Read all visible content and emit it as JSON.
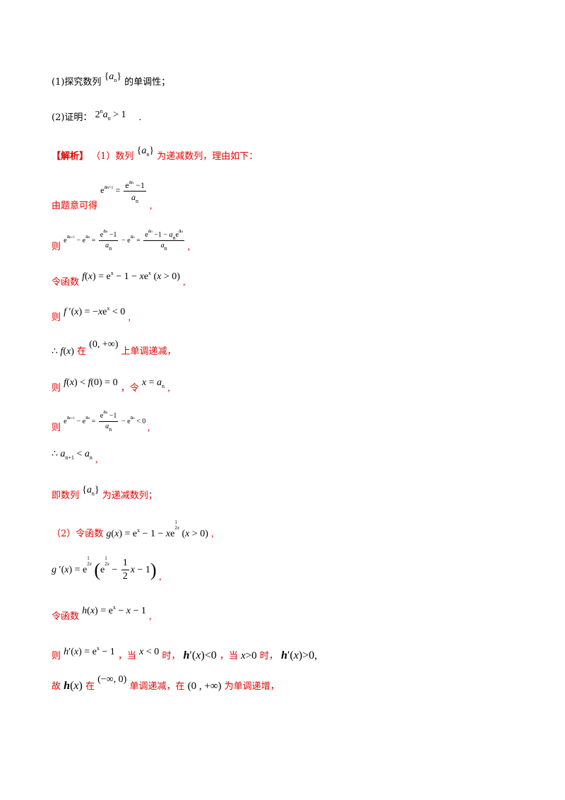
{
  "q1": "(1)探究数列",
  "q1_tail": "的单调性；",
  "q2": "(2)证明：",
  "sol_tag": "【解析】",
  "sol_intro": "（1）数列",
  "sol_intro_tail": "为递减数列，理由如下：",
  "s1": "由题意可得",
  "ze": "则",
  "s3": "令函数",
  "s6": "上单调递减，",
  "s7_mid": "，令",
  "s10": "即数列",
  "s10_tail": "为递减数列；",
  "s11": "（2）令函数",
  "s13": "令函数",
  "s14_a": "，当",
  "s14_b": "时，",
  "s14_c": "，当",
  "s14_d": "时，",
  "s15_a": "故",
  "s15_b": "在",
  "s15_c": "单调递减，在",
  "s15_d": "为单调递增，"
}
